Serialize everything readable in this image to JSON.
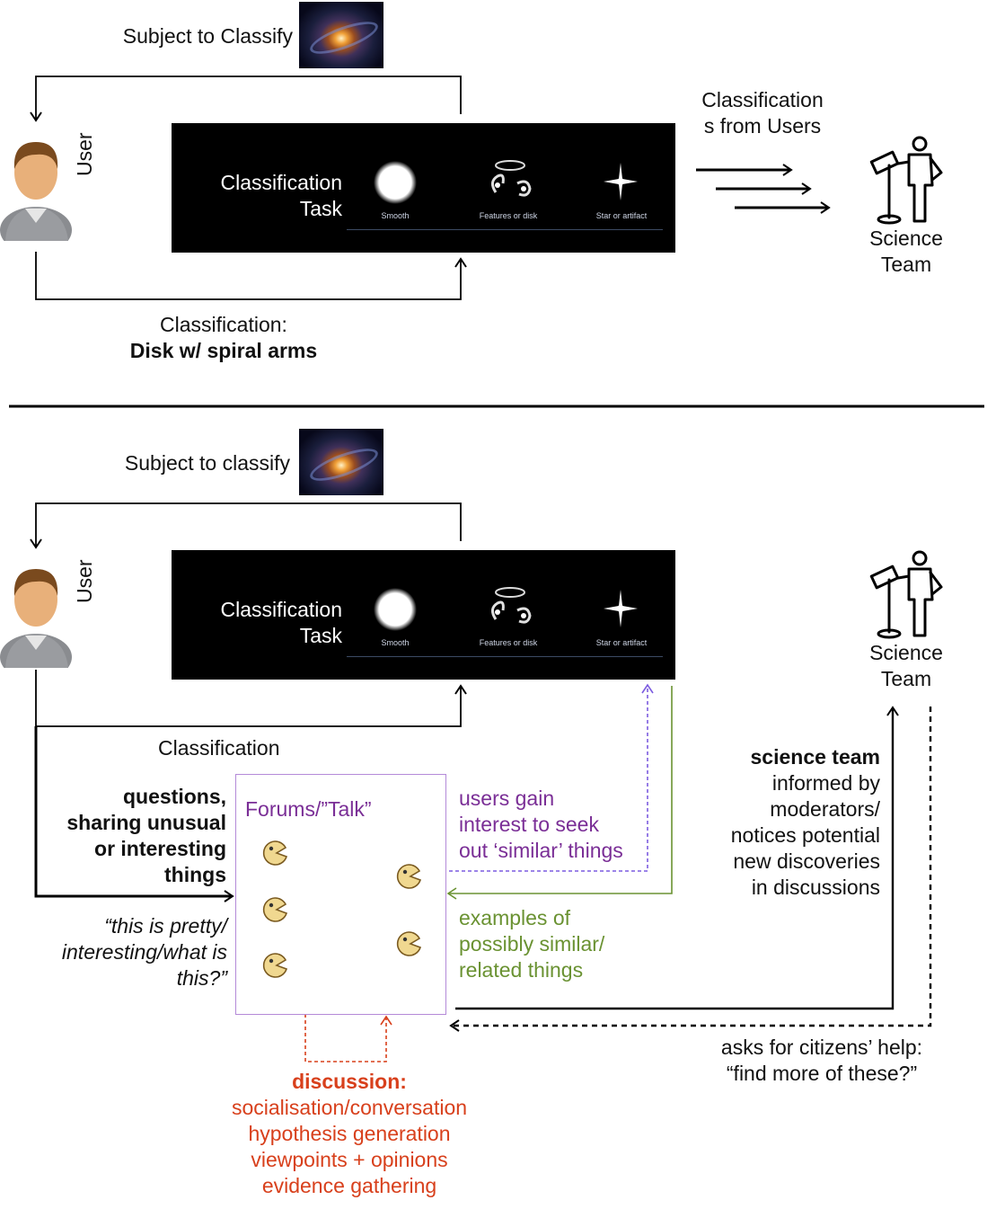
{
  "top": {
    "subject_label": "Subject to Classify",
    "user_label": "User",
    "task": {
      "title_line1": "Classification",
      "title_line2": "Task",
      "options": [
        "Smooth",
        "Features or disk",
        "Star or artifact"
      ]
    },
    "classifications_line1": "Classification",
    "classifications_line2": "s from Users",
    "science_line1": "Science",
    "science_line2": "Team",
    "classification_label": "Classification:",
    "classification_value": "Disk w/ spiral arms"
  },
  "bottom": {
    "subject_label": "Subject to classify",
    "user_label": "User",
    "task": {
      "title_line1": "Classification",
      "title_line2": "Task",
      "options": [
        "Smooth",
        "Features or disk",
        "Star or artifact"
      ]
    },
    "science_line1": "Science",
    "science_line2": "Team",
    "classification_label": "Classification",
    "questions_lines": [
      "questions,",
      "sharing unusual",
      "or interesting",
      "things"
    ],
    "quote_lines": [
      "“this is pretty/",
      "interesting/what is",
      "this?”"
    ],
    "forum_title": "Forums/”Talk”",
    "users_gain_lines": [
      "users gain",
      "interest to seek",
      "out ‘similar’ things"
    ],
    "examples_lines": [
      "examples of",
      "possibly similar/",
      "related things"
    ],
    "science_informed_bold": "science team",
    "science_informed_lines": [
      "informed by",
      "moderators/",
      "notices potential",
      "new discoveries",
      "in discussions"
    ],
    "asks_lines": [
      "asks for citizens’ help:",
      "“find more of these?”"
    ],
    "discussion_title": "discussion:",
    "discussion_lines": [
      "socialisation/conversation",
      "hypothesis generation",
      "viewpoints + opinions",
      "evidence gathering"
    ]
  },
  "colors": {
    "purple": "#7a2e96",
    "purple_dashed": "#7c5ce0",
    "green": "#6a9232",
    "red": "#d8401c",
    "forum_border": "#b48ad8"
  },
  "icons": [
    "galaxy-image",
    "user-avatar-icon",
    "scientist-telescope-icon",
    "smiley-icon"
  ]
}
